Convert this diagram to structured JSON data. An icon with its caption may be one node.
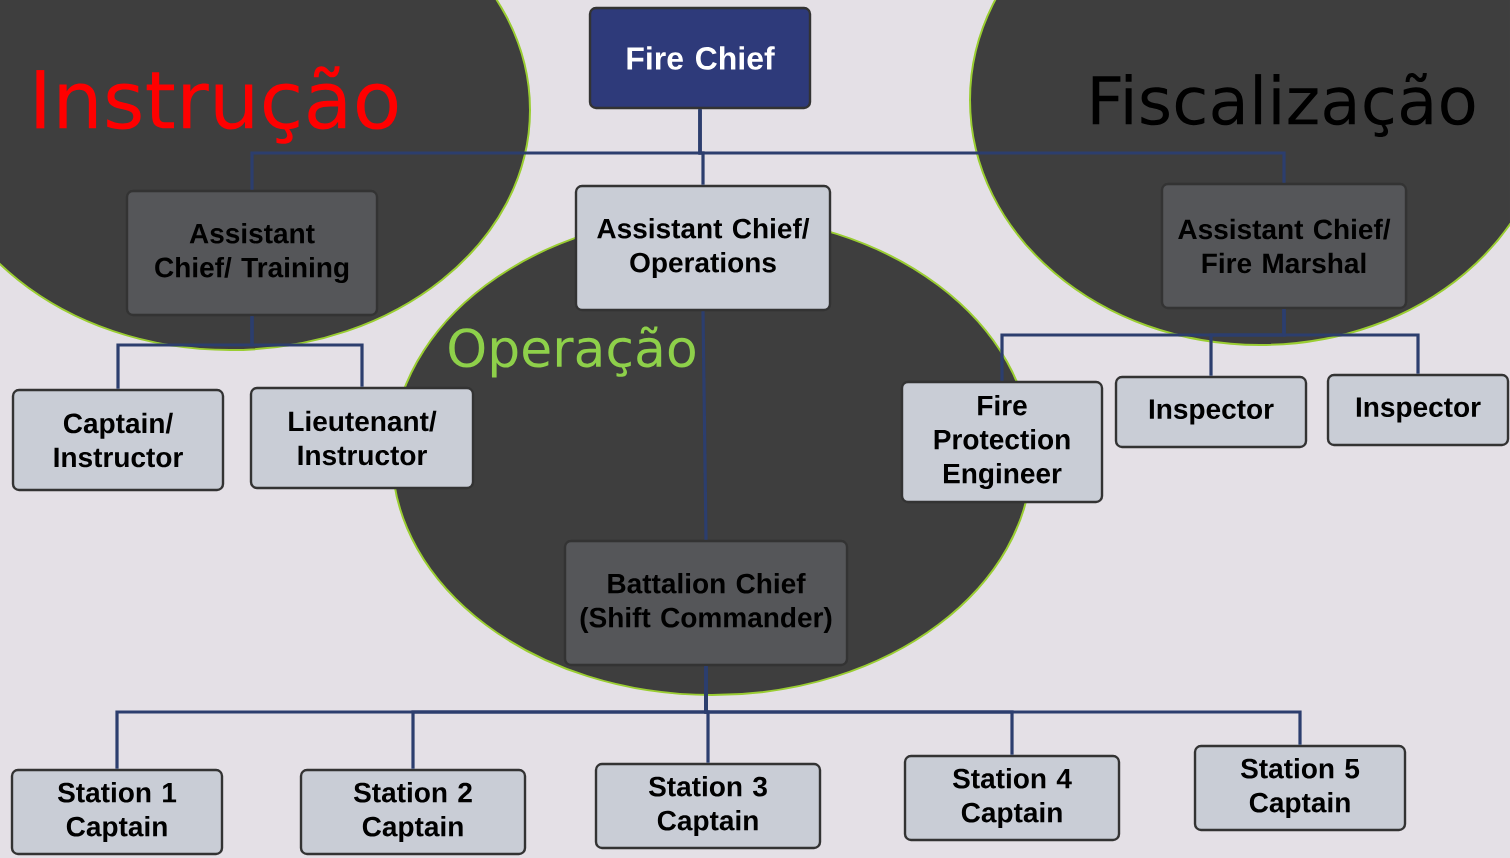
{
  "diagram": {
    "nodes": [
      {
        "text": [
          "Instrução"
        ]
      },
      {
        "text": [
          "Fiscalização"
        ]
      },
      {
        "text": [
          "Operação"
        ]
      },
      {
        "text": [
          "Fire Chief"
        ]
      },
      {
        "text": [
          "Assistant Chief/ Training"
        ],
        "in": 0
      },
      {
        "text": [
          "Assistant Chief/ Operations"
        ]
      },
      {
        "text": [
          "Assistant Chief/ Fire Marshal"
        ],
        "in": 1
      },
      {
        "text": [
          "Captain/ Instructor"
        ]
      },
      {
        "text": [
          "Lieutenant/ Instructor"
        ]
      },
      {
        "text": [
          "Fire Protection Engineer"
        ]
      },
      {
        "text": [
          "Inspector"
        ]
      },
      {
        "text": [
          "Inspector"
        ]
      },
      {
        "text": [
          "Battalion Chief (Shift Commander)"
        ],
        "in": 2
      },
      {
        "text": [
          "Station 1 Captain"
        ]
      },
      {
        "text": [
          "Station 2 Captain"
        ]
      },
      {
        "text": [
          "Station 3 Captain"
        ]
      },
      {
        "text": [
          "Station 4 Captain"
        ]
      },
      {
        "text": [
          "Station 5 Captain"
        ]
      }
    ],
    "edges": [
      {
        "from": 3,
        "to": 4,
        "arrow": "none"
      },
      {
        "from": 3,
        "to": 5,
        "arrow": "none"
      },
      {
        "from": 3,
        "to": 6,
        "arrow": "none"
      },
      {
        "from": 4,
        "to": 7,
        "arrow": "none"
      },
      {
        "from": 4,
        "to": 8,
        "arrow": "none"
      },
      {
        "from": 6,
        "to": 9,
        "arrow": "none"
      },
      {
        "from": 6,
        "to": 10,
        "arrow": "none"
      },
      {
        "from": 6,
        "to": 11,
        "arrow": "none"
      },
      {
        "from": 5,
        "to": 12,
        "arrow": "none"
      },
      {
        "from": 12,
        "to": 13,
        "arrow": "none"
      },
      {
        "from": 12,
        "to": 14,
        "arrow": "none"
      },
      {
        "from": 12,
        "to": 15,
        "arrow": "none"
      },
      {
        "from": 12,
        "to": 16,
        "arrow": "none"
      },
      {
        "from": 12,
        "to": 17,
        "arrow": "none"
      }
    ]
  }
}
